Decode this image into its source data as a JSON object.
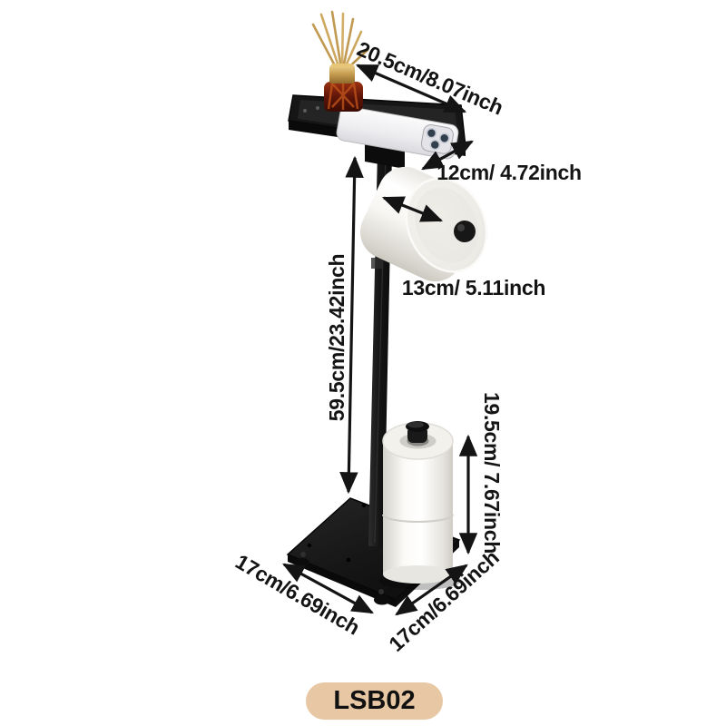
{
  "labels": {
    "tray_width": "20.5cm/8.07inch",
    "roll_width": "12cm/ 4.72inch",
    "roll_diameter": "13cm/ 5.11inch",
    "stand_height": "59.5cm/23.42inch",
    "spare_stack_height": "19.5cm/ 7.67inch",
    "base_depth": "17cm/6.69inch",
    "base_width": "17cm/6.69inch"
  },
  "badge": {
    "model": "LSB02",
    "background": "#e8c8a4",
    "text_color": "#111111"
  },
  "colors": {
    "annotation": "#141414",
    "stand_black": "#171717",
    "paper_white": "#f3f1ec",
    "diffuser_amber": "#7a1d0b",
    "diffuser_cap_gold": "#c49a4e"
  },
  "scene": {
    "objects": [
      "top-tray",
      "reed-diffuser",
      "phone",
      "stand-pole",
      "hanging-toilet-roll",
      "spare-toilet-rolls",
      "base-plate"
    ]
  }
}
